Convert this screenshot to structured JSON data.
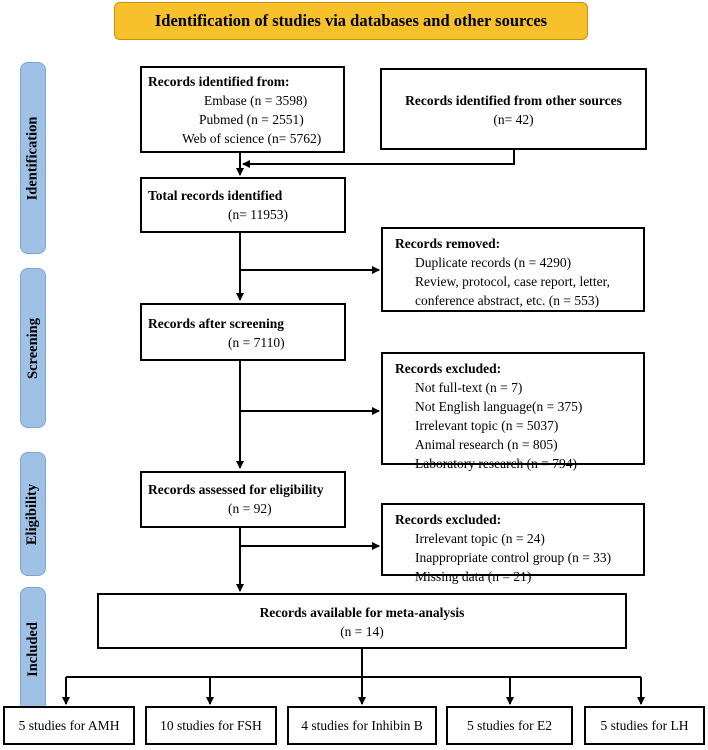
{
  "header": "Identification of studies via databases and other sources",
  "stages": [
    "Identification",
    "Screening",
    "Eligibility",
    "Included"
  ],
  "identified": {
    "title": "Records identified from:",
    "lines": [
      "Embase (n = 3598)",
      "Pubmed (n = 2551)",
      "Web of science (n= 5762)"
    ]
  },
  "other_sources": {
    "title": "Records identified from other sources",
    "count": "(n= 42)"
  },
  "total": {
    "title": "Total records identified",
    "count": "(n= 11953)"
  },
  "removed": {
    "title": "Records removed:",
    "lines": [
      "Duplicate records (n = 4290)",
      "Review, protocol, case report, letter,",
      "conference abstract, etc. (n = 553)"
    ]
  },
  "after_screening": {
    "title": "Records after screening",
    "count": "(n = 7110)"
  },
  "excluded1": {
    "title": "Records excluded:",
    "lines": [
      "Not full-text (n = 7)",
      "Not English language(n = 375)",
      "Irrelevant topic (n = 5037)",
      "Animal research (n = 805)",
      "Laboratory research (n = 794)"
    ]
  },
  "eligibility": {
    "title": "Records assessed for eligibility",
    "count": "(n = 92)"
  },
  "excluded2": {
    "title": "Records excluded:",
    "lines": [
      "Irrelevant topic (n = 24)",
      "Inappropriate control group (n = 33)",
      "Missing data (n = 21)"
    ]
  },
  "meta": {
    "title": "Records available for meta-analysis",
    "count": "(n = 14)"
  },
  "outcomes": [
    "5 studies for AMH",
    "10 studies for FSH",
    "4 studies for Inhibin B",
    "5 studies for E2",
    "5 studies for LH"
  ]
}
